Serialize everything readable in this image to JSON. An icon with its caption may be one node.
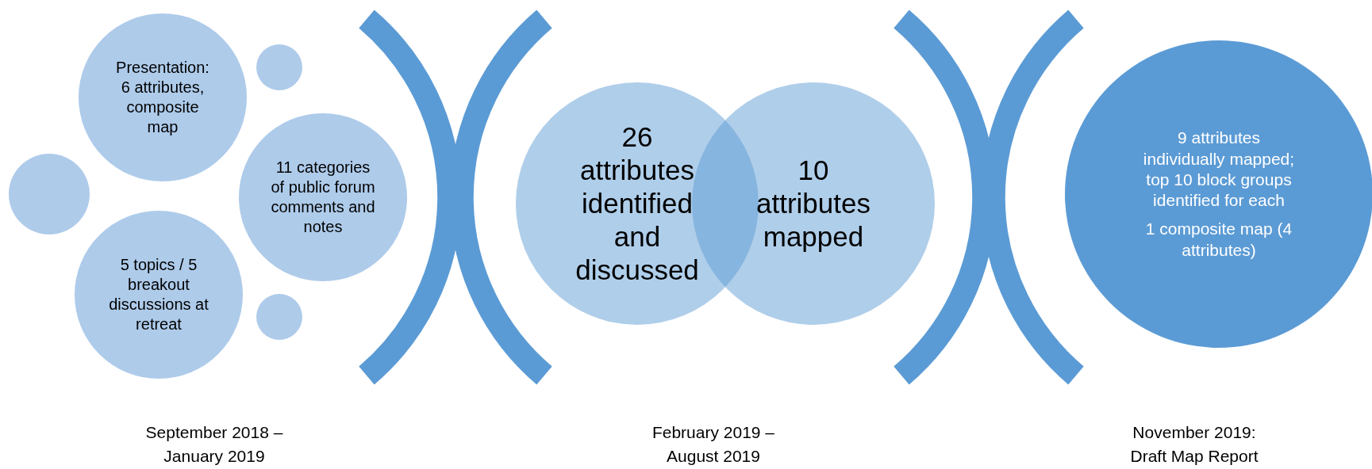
{
  "diagram": {
    "nodes": [
      {
        "text": [
          "Presentation: 6 attributes, composite map"
        ]
      },
      {
        "text": [],
        "shape": "circle"
      },
      {
        "text": [],
        "shape": "circle"
      },
      {
        "text": [
          "11 categories of public forum comments and notes"
        ]
      },
      {
        "text": [
          "5 topics / 5 breakout discussions at retreat"
        ]
      },
      {
        "text": [],
        "shape": "circle"
      },
      {
        "text": [
          "26 attributes identified and discussed"
        ]
      },
      {
        "text": [
          "10 attributes mapped"
        ]
      },
      {
        "text": [
          "9 attributes individually mapped; top 10 block groups identified for each",
          "1 composite map (4 attributes)"
        ]
      }
    ],
    "labels": [
      "September 2018 – January 2019",
      "February 2019 – August 2019",
      "November 2019: Draft Map Report"
    ]
  }
}
